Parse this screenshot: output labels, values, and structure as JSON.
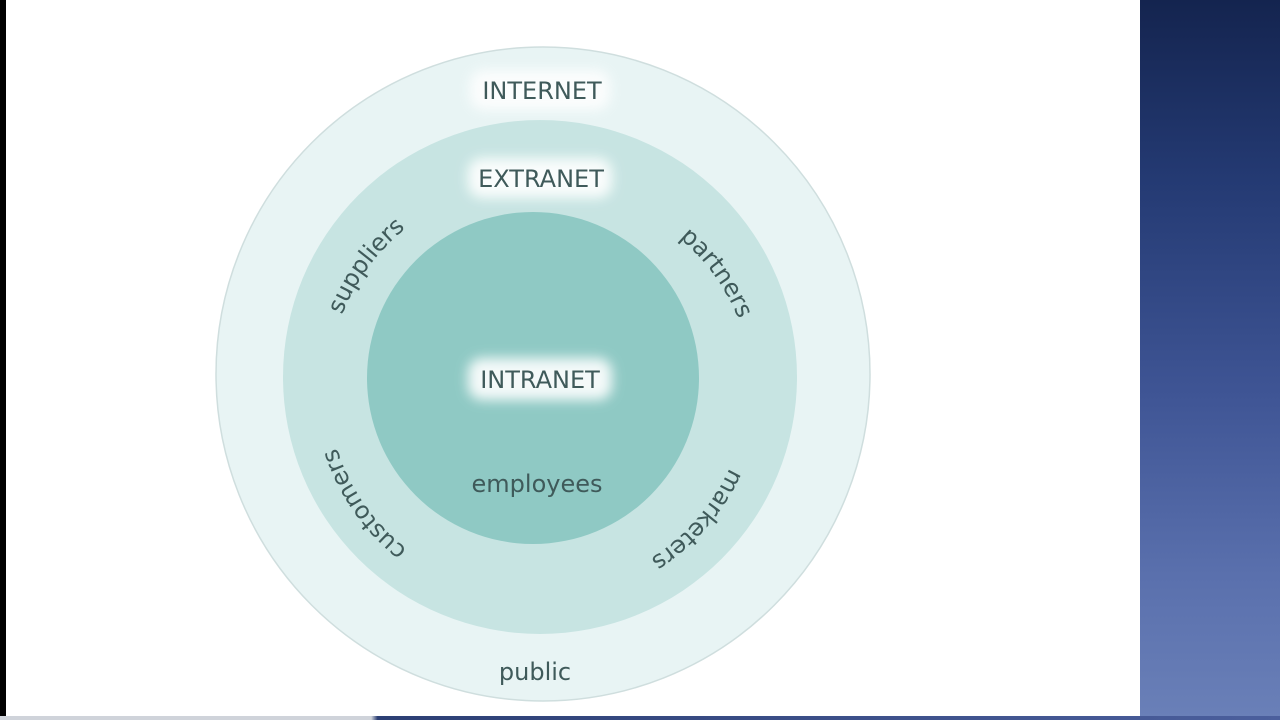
{
  "diagram": {
    "outer_ring": {
      "title": "INTERNET",
      "bottom_label": "public",
      "color": "#e8f4f4"
    },
    "middle_ring": {
      "title": "EXTRANET",
      "left_top_label": "suppliers",
      "right_top_label": "partners",
      "left_bottom_label": "customers",
      "right_bottom_label": "marketers",
      "color": "#c7e4e2"
    },
    "inner_circle": {
      "title": "INTRANET",
      "label": "employees",
      "color": "#8fc9c4"
    },
    "text_color": "#3f5a5a"
  }
}
